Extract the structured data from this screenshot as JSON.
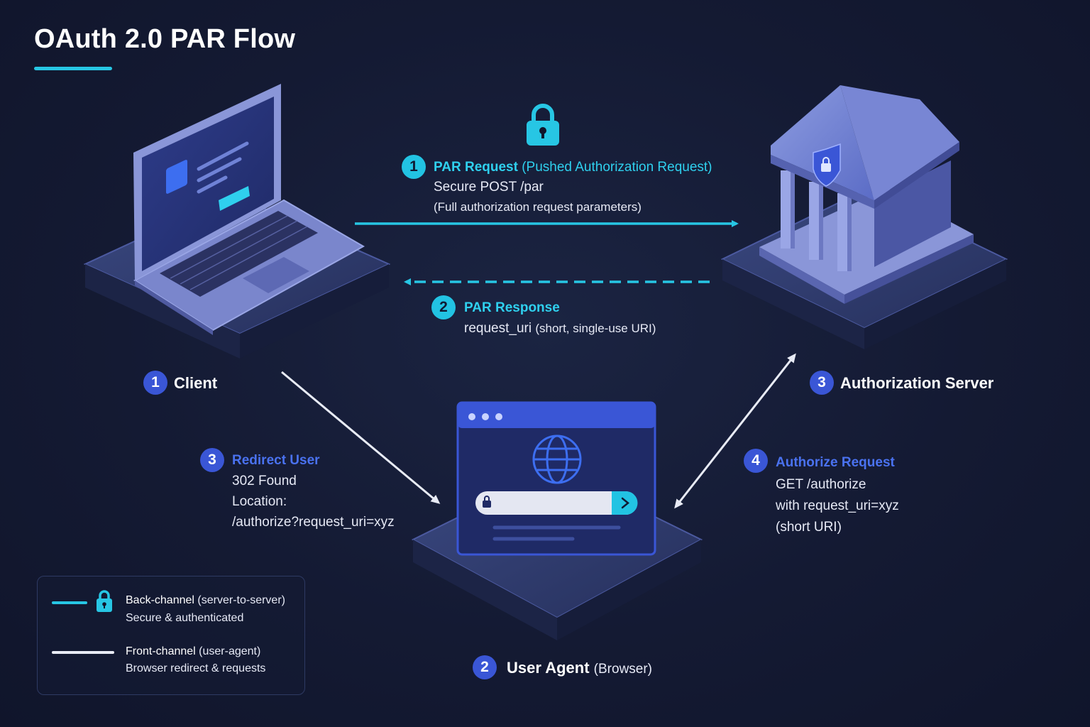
{
  "title": "OAuth 2.0 PAR Flow",
  "colors": {
    "back_channel": "#27c6e4",
    "front_channel": "#e8ebf5",
    "accent_blue": "#3a56d6"
  },
  "nodes": {
    "client": {
      "badge": "1",
      "label": "Client"
    },
    "auth_server": {
      "badge": "3",
      "label": "Authorization Server"
    },
    "user_agent": {
      "badge": "2",
      "label": "User Agent",
      "sub_label": "(Browser)"
    }
  },
  "steps": {
    "par_request": {
      "badge": "1",
      "title": "PAR Request",
      "title_note": "(Pushed Authorization Request)",
      "line1": "Secure POST /par",
      "line2": "(Full authorization request parameters)"
    },
    "par_response": {
      "badge": "2",
      "title": "PAR Response",
      "line1_code": "request_uri",
      "line1_note": "(short, single-use URI)"
    },
    "redirect": {
      "badge": "3",
      "title": "Redirect User",
      "line1": "302 Found",
      "line2": "Location:",
      "line3": "/authorize?request_uri=xyz"
    },
    "authorize": {
      "badge": "4",
      "title": "Authorize Request",
      "line1": "GET /authorize",
      "line2": "with request_uri=xyz",
      "line3": "(short URI)"
    }
  },
  "legend": {
    "back_channel": {
      "title": "Back-channel",
      "note": "(server-to-server)",
      "desc": "Secure & authenticated"
    },
    "front_channel": {
      "title": "Front-channel",
      "note": "(user-agent)",
      "desc": "Browser redirect & requests"
    }
  },
  "icons": [
    "lock-icon",
    "laptop-icon",
    "bank-building-icon",
    "shield-lock-icon",
    "browser-window-icon",
    "globe-icon",
    "chevron-right-icon"
  ]
}
